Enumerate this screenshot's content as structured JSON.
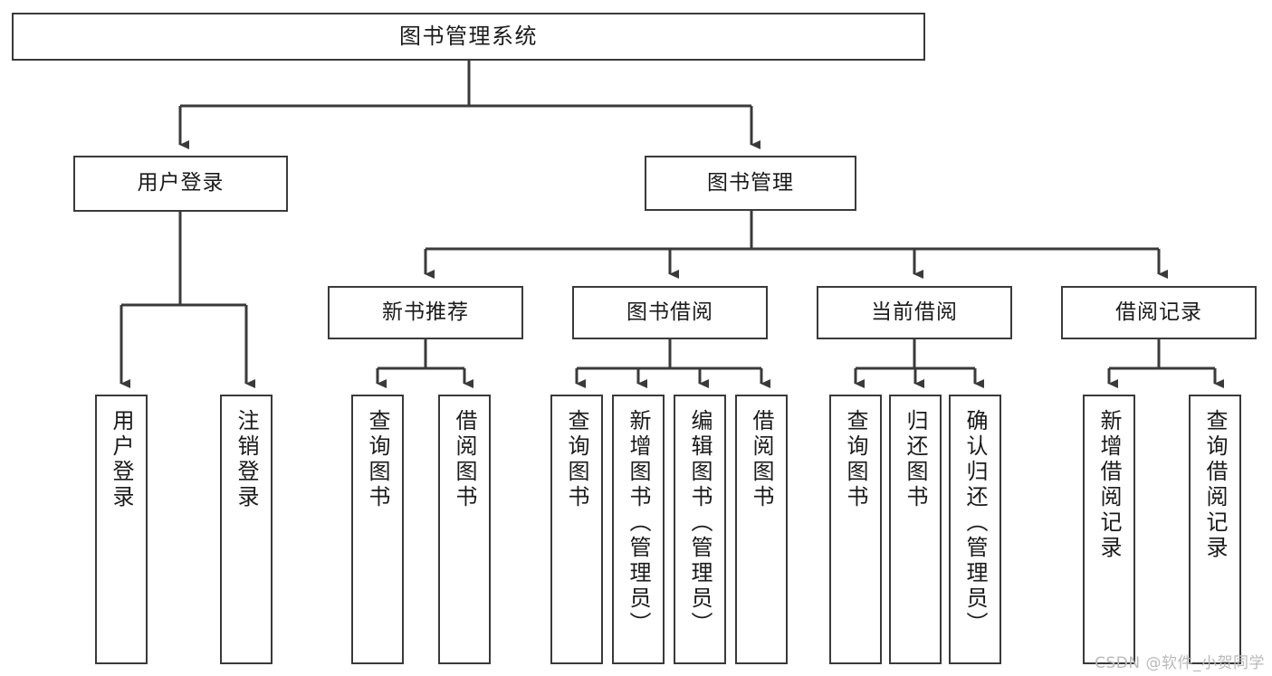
{
  "diagram": {
    "type": "tree",
    "title": "图书管理系统",
    "watermark": "CSDN @软件_小贺同学",
    "colors": {
      "background": "#ffffff",
      "box_border": "#3a3a3a",
      "box_fill": "#ffffff",
      "text": "#1a1a1a",
      "connector": "#3a3a3a",
      "watermark": "#b9b9b9"
    },
    "nodes": {
      "root": {
        "label": "图书管理系统"
      },
      "level2": [
        {
          "id": "user-login",
          "label": "用户登录"
        },
        {
          "id": "book-manage",
          "label": "图书管理"
        }
      ],
      "level3": [
        {
          "id": "new-book-recommend",
          "label": "新书推荐"
        },
        {
          "id": "book-borrow",
          "label": "图书借阅"
        },
        {
          "id": "current-borrow",
          "label": "当前借阅"
        },
        {
          "id": "borrow-record",
          "label": "借阅记录"
        }
      ],
      "leaves": {
        "user-login": [
          {
            "id": "leaf-user-login",
            "label": "用户登录"
          },
          {
            "id": "leaf-logout",
            "label": "注销登录"
          }
        ],
        "new-book-recommend": [
          {
            "id": "leaf-query-book-1",
            "label": "查询图书"
          },
          {
            "id": "leaf-borrow-book-1",
            "label": "借阅图书"
          }
        ],
        "book-borrow": [
          {
            "id": "leaf-query-book-2",
            "label": "查询图书"
          },
          {
            "id": "leaf-add-book",
            "label": "新增图书（管理员）"
          },
          {
            "id": "leaf-edit-book",
            "label": "编辑图书（管理员）"
          },
          {
            "id": "leaf-borrow-book-2",
            "label": "借阅图书"
          }
        ],
        "current-borrow": [
          {
            "id": "leaf-query-book-3",
            "label": "查询图书"
          },
          {
            "id": "leaf-return-book",
            "label": "归还图书"
          },
          {
            "id": "leaf-confirm-return",
            "label": "确认归还（管理员）"
          }
        ],
        "borrow-record": [
          {
            "id": "leaf-add-record",
            "label": "新增借阅记录"
          },
          {
            "id": "leaf-query-record",
            "label": "查询借阅记录"
          }
        ]
      }
    }
  }
}
